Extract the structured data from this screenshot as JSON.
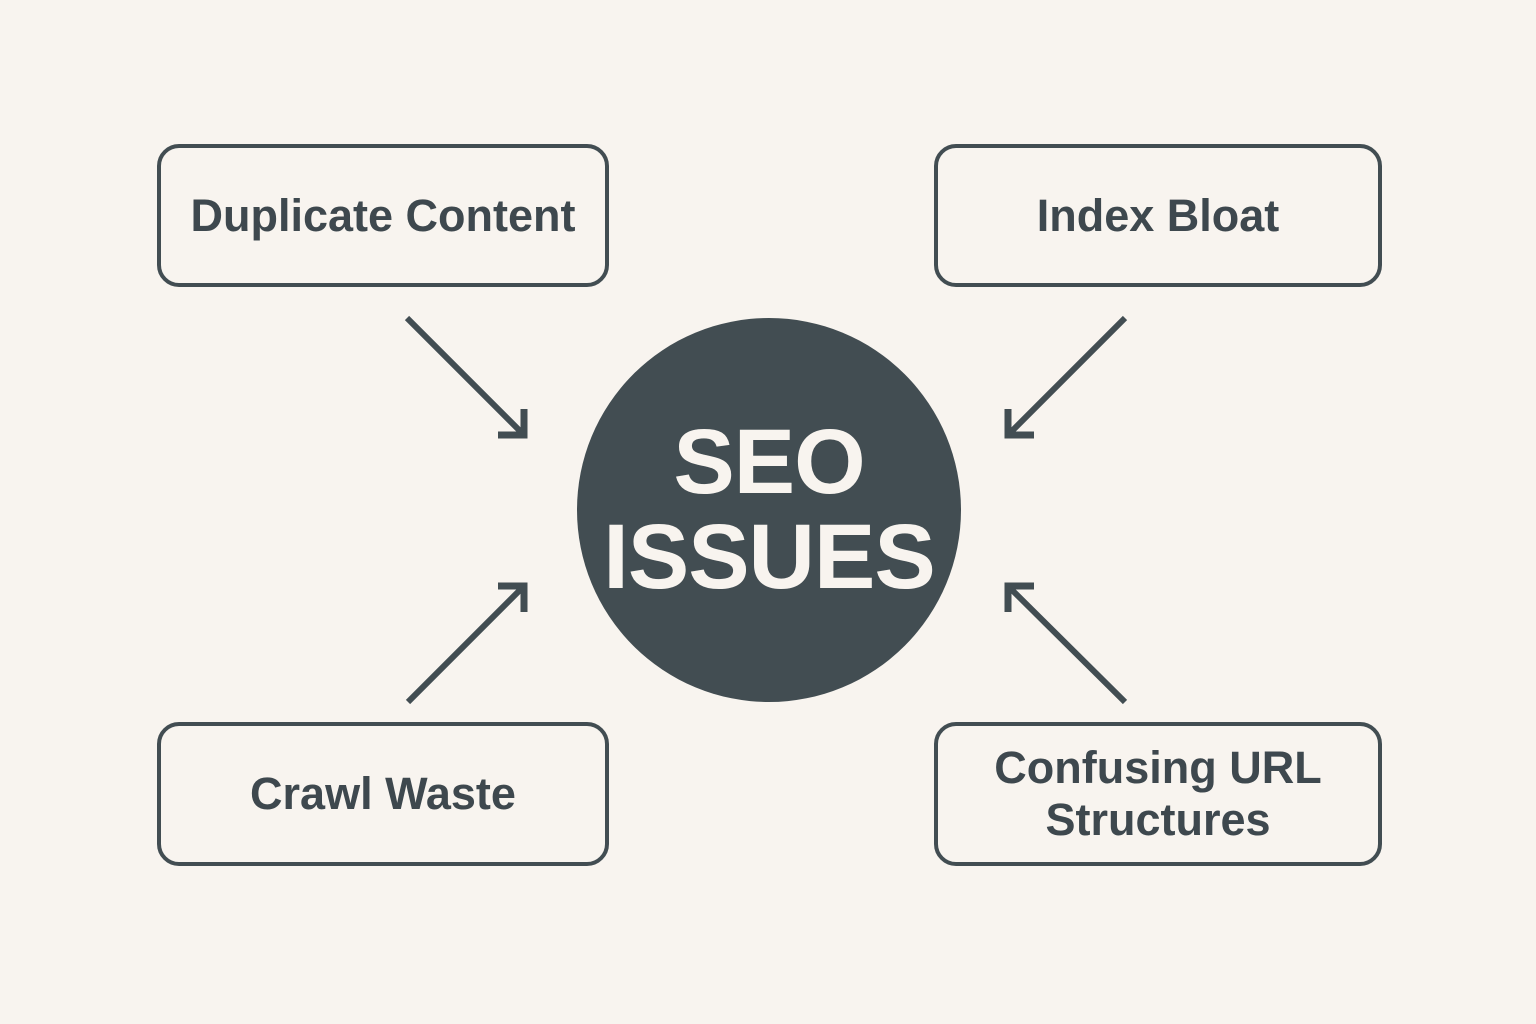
{
  "diagram": {
    "center": {
      "line1": "SEO",
      "line2": "ISSUES"
    },
    "nodes": [
      {
        "label": "Duplicate Content",
        "position": "top-left"
      },
      {
        "label": "Index Bloat",
        "position": "top-right"
      },
      {
        "label": "Crawl Waste",
        "position": "bottom-left"
      },
      {
        "label": "Confusing URL Structures",
        "position": "bottom-right"
      }
    ],
    "colors": {
      "background": "#f8f4ef",
      "ink": "#424d52",
      "center_text": "#f8f4ef"
    }
  }
}
